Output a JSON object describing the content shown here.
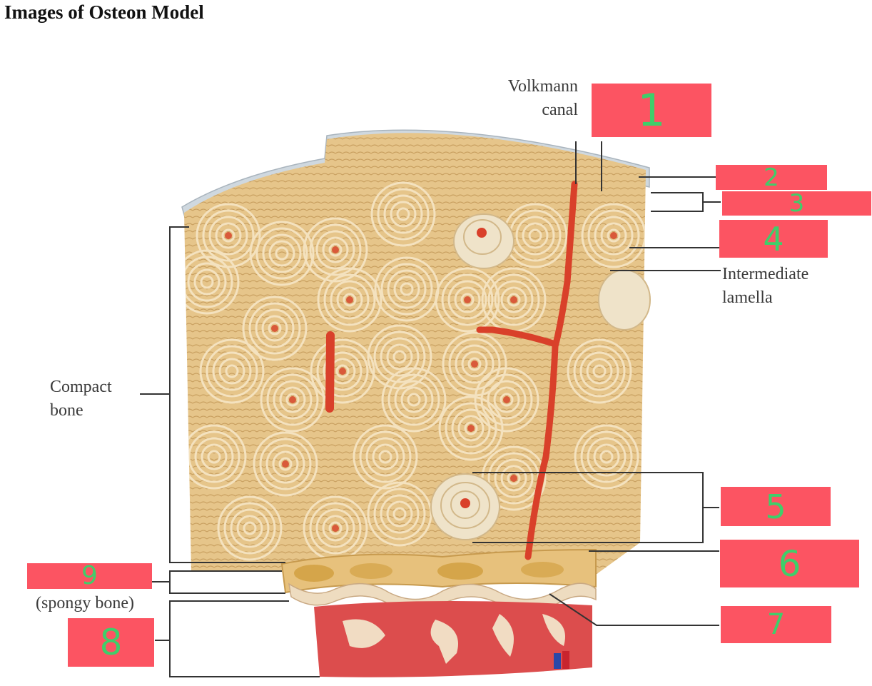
{
  "title": "Images of Osteon Model",
  "labels": {
    "volkmann_line1": "Volkmann",
    "volkmann_line2": "canal",
    "intermediate_line1": "Intermediate",
    "intermediate_line2": "lamella",
    "compact_line1": "Compact",
    "compact_line2": "bone",
    "spongy": "(spongy bone)"
  },
  "answer_boxes": [
    "1",
    "2",
    "3",
    "4",
    "5",
    "6",
    "7",
    "8",
    "9"
  ],
  "colors": {
    "box_fill": "#fc5462",
    "number_color": "#3fce6a",
    "bone": "#e9c98f",
    "vessel": "#d9402a",
    "periosteum": "#c9d2da",
    "marrow": "#dc4a4a"
  }
}
